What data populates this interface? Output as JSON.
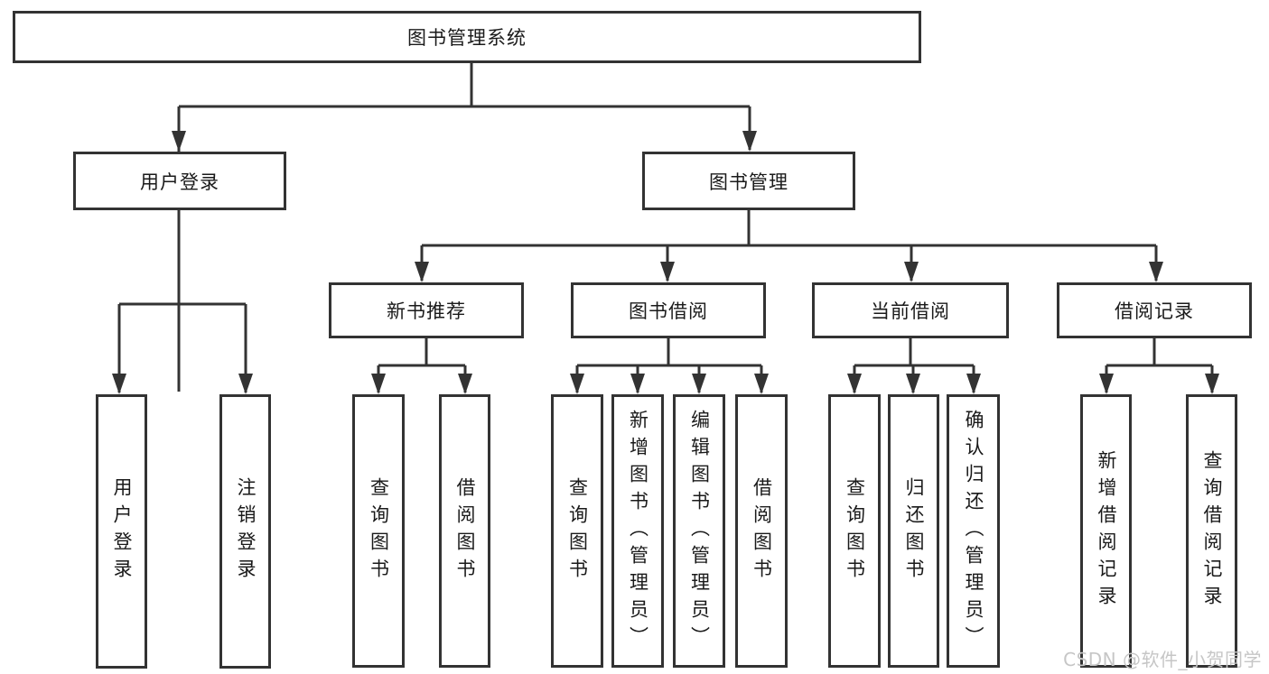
{
  "colors": {
    "background": "#ffffff",
    "line": "#333333",
    "box_border": "#333333",
    "text": "#1a1a1a",
    "watermark_text_color": "#c6c6c6"
  },
  "tree": {
    "root": {
      "label": "图书管理系统"
    },
    "branches": [
      {
        "label": "用户登录",
        "children": [
          {
            "label": "用户登录"
          },
          {
            "label": "注销登录"
          }
        ]
      },
      {
        "label": "图书管理",
        "children": [
          {
            "label": "新书推荐",
            "children": [
              {
                "label": "查询图书"
              },
              {
                "label": "借阅图书"
              }
            ]
          },
          {
            "label": "图书借阅",
            "children": [
              {
                "label": "查询图书"
              },
              {
                "label": "新增图书（管理员）"
              },
              {
                "label": "编辑图书（管理员）"
              },
              {
                "label": "借阅图书"
              }
            ]
          },
          {
            "label": "当前借阅",
            "children": [
              {
                "label": "查询图书"
              },
              {
                "label": "归还图书"
              },
              {
                "label": "确认归还（管理员）"
              }
            ]
          },
          {
            "label": "借阅记录",
            "children": [
              {
                "label": "新增借阅记录"
              },
              {
                "label": "查询借阅记录"
              }
            ]
          }
        ]
      }
    ]
  },
  "watermark": {
    "text": "CSDN @软件_小贺同学"
  }
}
